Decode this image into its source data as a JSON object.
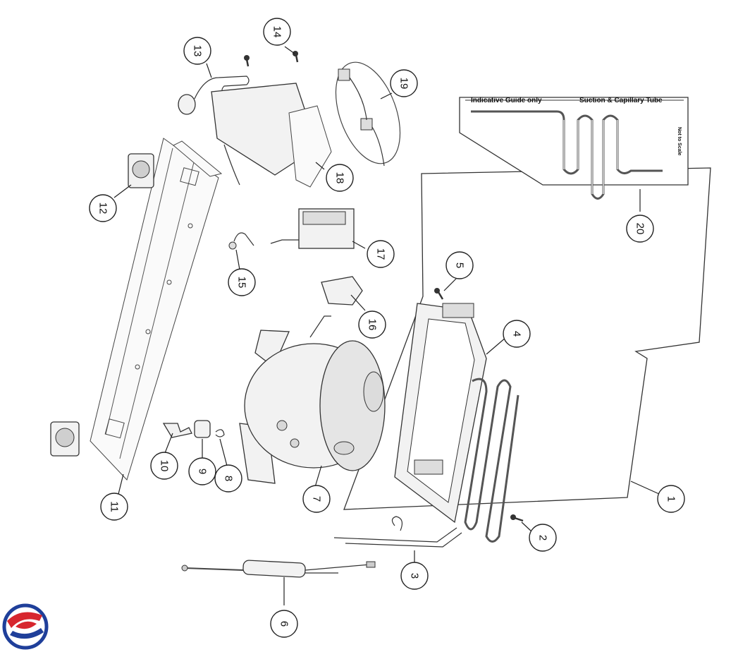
{
  "guide": {
    "left_label": "Indicative Guide only",
    "right_label": "Suction & Capillary Tube",
    "side_note": "Not to Scale"
  },
  "callouts": [
    {
      "id": "1",
      "label": "1"
    },
    {
      "id": "2",
      "label": "2"
    },
    {
      "id": "3",
      "label": "3"
    },
    {
      "id": "4",
      "label": "4"
    },
    {
      "id": "5",
      "label": "5"
    },
    {
      "id": "6",
      "label": "6"
    },
    {
      "id": "7",
      "label": "7"
    },
    {
      "id": "8",
      "label": "8"
    },
    {
      "id": "9",
      "label": "9"
    },
    {
      "id": "10",
      "label": "10"
    },
    {
      "id": "11",
      "label": "11"
    },
    {
      "id": "12",
      "label": "12"
    },
    {
      "id": "13",
      "label": "13"
    },
    {
      "id": "14",
      "label": "14"
    },
    {
      "id": "15",
      "label": "15"
    },
    {
      "id": "16",
      "label": "16"
    },
    {
      "id": "17",
      "label": "17"
    },
    {
      "id": "18",
      "label": "18"
    },
    {
      "id": "19",
      "label": "19"
    },
    {
      "id": "20",
      "label": "20"
    }
  ],
  "logo": {
    "colors": [
      "#1f3f9a",
      "#d7262e"
    ]
  }
}
